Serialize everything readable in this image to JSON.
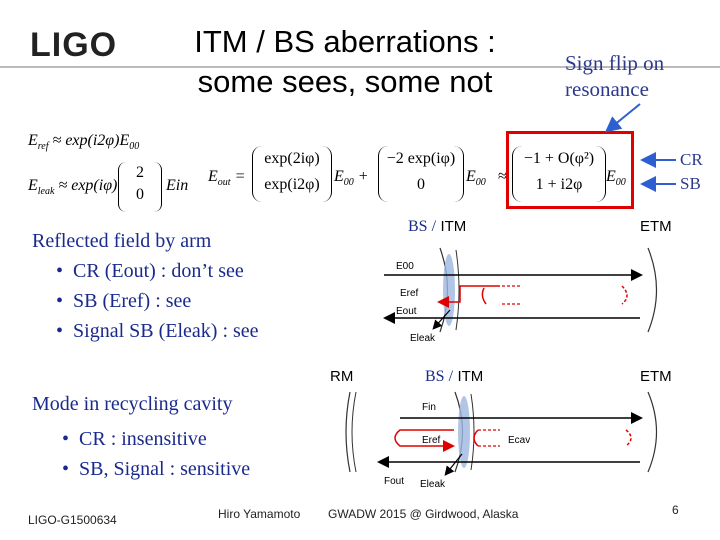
{
  "header": {
    "logo": "LIGO",
    "title_line1": "ITM / BS aberrations :",
    "title_line2": "some sees, some not",
    "annotation_line1": "Sign flip on",
    "annotation_line2": "resonance"
  },
  "equations": {
    "eref": "E",
    "eref_sub": "ref",
    "eref_rhs": "≈ exp(i2φ)E",
    "eref_rhs_sub": "00",
    "eleak": "E",
    "eleak_sub": "leak",
    "eleak_rhs": "≈ exp(iφ)",
    "vec_a_top": "2",
    "vec_a_bot": "0",
    "ein": "Ein",
    "eout": "E",
    "eout_sub": "out",
    "eout_eq": "=",
    "vec_b_top": "exp(2iφ)",
    "vec_b_bot": "exp(i2φ)",
    "e00_a": "E",
    "e00_a_sub": "00",
    "plus": "+",
    "vec_c_top": "−2 exp(iφ)",
    "vec_c_bot": "0",
    "e00_b": "E",
    "e00_b_sub": "00",
    "approx": "≈",
    "vec_d_top": "−1 + O(φ²)",
    "vec_d_bot": "1 + i2φ",
    "e00_c": "E",
    "e00_c_sub": "00",
    "cr": "CR",
    "sb": "SB"
  },
  "section1": {
    "heading": "Reflected field by arm",
    "bullets": [
      "CR (Eout) : don’t see",
      "SB (Eref) : see",
      "Signal SB (Eleak) : see"
    ]
  },
  "diagram1": {
    "bs_prefix": "BS /",
    "itm": "ITM",
    "etm": "ETM",
    "e00": "E00",
    "eref": "Eref",
    "eout": "Eout",
    "eleak": "Eleak"
  },
  "section2": {
    "heading": "Mode in recycling cavity",
    "bullets": [
      "CR : insensitive",
      "SB, Signal : sensitive"
    ]
  },
  "diagram2": {
    "rm": "RM",
    "bs_prefix": "BS /",
    "itm": "ITM",
    "etm": "ETM",
    "fin": "Fin",
    "eref": "Eref",
    "ecav": "Ecav",
    "fout": "Fout",
    "eleak": "Eleak"
  },
  "footer": {
    "doc_id": "LIGO-G1500634",
    "author": "Hiro Yamamoto",
    "event": "GWADW 2015 @ Girdwood, Alaska",
    "page": "6"
  },
  "colors": {
    "annotation": "#2d3a8c",
    "box": "#e00000",
    "arrow_red": "#e00000",
    "bullets": "#1a2a8c"
  }
}
